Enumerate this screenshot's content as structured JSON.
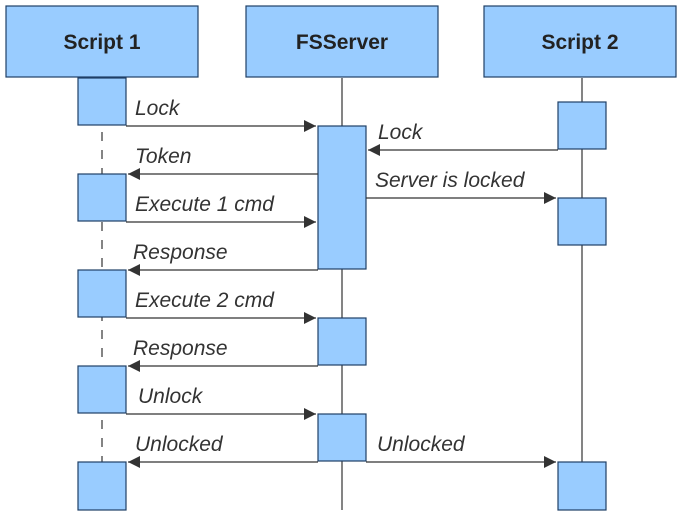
{
  "participants": [
    {
      "id": "script1",
      "label": "Script 1"
    },
    {
      "id": "fsserver",
      "label": "FSServer"
    },
    {
      "id": "script2",
      "label": "Script 2"
    }
  ],
  "messages": [
    {
      "label": "Lock",
      "from": "script1",
      "to": "fsserver"
    },
    {
      "label": "Lock",
      "from": "script2",
      "to": "fsserver"
    },
    {
      "label": "Token",
      "from": "fsserver",
      "to": "script1"
    },
    {
      "label": "Server is locked",
      "from": "fsserver",
      "to": "script2"
    },
    {
      "label": "Execute 1 cmd",
      "from": "script1",
      "to": "fsserver"
    },
    {
      "label": "Response",
      "from": "fsserver",
      "to": "script1"
    },
    {
      "label": "Execute 2 cmd",
      "from": "script1",
      "to": "fsserver"
    },
    {
      "label": "Response",
      "from": "fsserver",
      "to": "script1"
    },
    {
      "label": "Unlock",
      "from": "script1",
      "to": "fsserver"
    },
    {
      "label": "Unlocked",
      "from": "fsserver",
      "to": "script1"
    },
    {
      "label": "Unlocked",
      "from": "fsserver",
      "to": "script2"
    }
  ],
  "colors": {
    "box_fill": "#99ccff",
    "box_stroke": "#1f3f66",
    "line": "#333333",
    "text": "#333333"
  }
}
